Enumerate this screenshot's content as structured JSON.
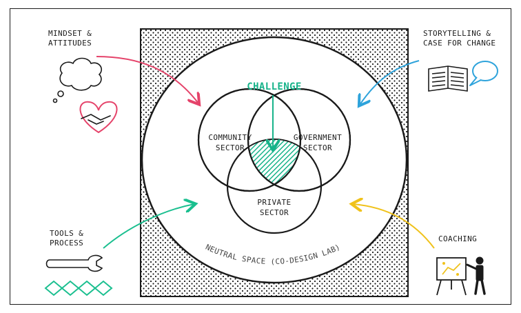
{
  "labels": {
    "challenge": "CHALLENGE",
    "community_1": "COMMUNITY",
    "community_2": "SECTOR",
    "government_1": "GOVERNMENT",
    "government_2": "SECTOR",
    "private_1": "PRIVATE",
    "private_2": "SECTOR",
    "neutral_space": "NEUTRAL SPACE (CO-DESIGN LAB)",
    "mindset_1": "MINDSET &",
    "mindset_2": "ATTITUDES",
    "storytelling_1": "STORYTELLING &",
    "storytelling_2": "CASE FOR CHANGE",
    "tools_1": "TOOLS &",
    "tools_2": "PROCESS",
    "coaching": "COACHING"
  },
  "colors": {
    "mindset_arrow": "#e5436a",
    "storytelling_arrow": "#2ea3db",
    "tools_arrow": "#1abf8f",
    "coaching_arrow": "#f0c21b",
    "challenge": "#17b38a",
    "heart": "#e5436a",
    "diamonds": "#1abf8f",
    "ink": "#1a1a1a"
  },
  "icons": {
    "mindset": [
      "thought-cloud-icon",
      "heart-handshake-icon"
    ],
    "storytelling": [
      "open-book-icon",
      "speech-bubble-icon"
    ],
    "tools": [
      "wrench-icon",
      "diamond-chain-icon"
    ],
    "coaching": [
      "easel-board-icon",
      "presenter-figure-icon"
    ]
  }
}
